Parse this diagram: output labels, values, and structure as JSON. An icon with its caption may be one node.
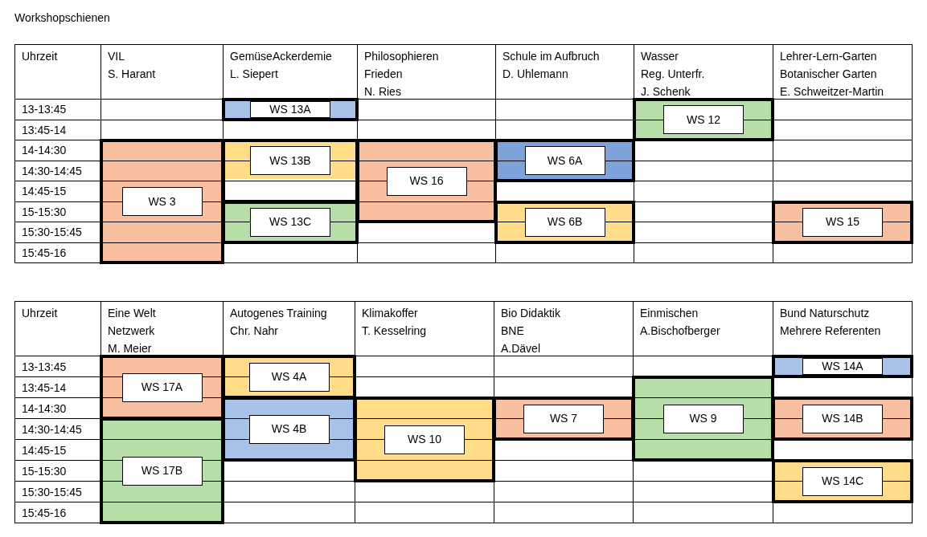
{
  "diagram": {
    "title": "Workshopschienen",
    "nodes": [
      {
        "text": [
          "WS 13A"
        ]
      },
      {
        "text": [
          "WS 12"
        ]
      },
      {
        "text": [
          "WS 3"
        ]
      },
      {
        "text": [
          "WS 13B"
        ]
      },
      {
        "text": [
          "WS 16"
        ]
      },
      {
        "text": [
          "WS 6A"
        ]
      },
      {
        "text": [
          "WS 13C"
        ]
      },
      {
        "text": [
          "WS 6B"
        ]
      },
      {
        "text": [
          "WS 15"
        ]
      },
      {
        "text": [
          "WS 17A"
        ]
      },
      {
        "text": [
          "WS 4A"
        ]
      },
      {
        "text": [
          "WS 14A"
        ]
      },
      {
        "text": [
          "WS 9"
        ]
      },
      {
        "text": [
          "WS 4B"
        ]
      },
      {
        "text": [
          "WS 10"
        ]
      },
      {
        "text": [
          "WS 7"
        ]
      },
      {
        "text": [
          "WS 14B"
        ]
      },
      {
        "text": [
          "WS 17B"
        ]
      },
      {
        "text": [
          "WS 14C"
        ]
      }
    ],
    "labels": [
      "Uhrzeit",
      "VIL",
      "S. Harant",
      "GemüseAckerdemie",
      "L. Siepert",
      "Philosophieren",
      "Frieden",
      "N. Ries",
      "Schule im Aufbruch",
      "D. Uhlemann",
      "Wasser",
      "Reg. Unterfr.",
      "J. Schenk",
      "Lehrer-Lern-Garten",
      "Botanischer Garten",
      "E. Schweitzer-Martin",
      "13-13:45",
      "13:45-14",
      "14-14:30",
      "14:30-14:45",
      "14:45-15",
      "15-15:30",
      "15:30-15:45",
      "15:45-16",
      "Uhrzeit",
      "Eine Welt",
      "Netzwerk",
      "M. Meier",
      "Autogenes Training",
      "Chr. Nahr",
      "Klimakoffer",
      "T. Kesselring",
      "Bio Didaktik",
      "BNE",
      "A.Dävel",
      "Einmischen",
      "A.Bischofberger",
      "Bund Naturschutz",
      "Mehrere Referenten",
      "13-13:45",
      "13:45-14",
      "14-14:30",
      "14:30-14:45",
      "14:45-15",
      "15-15:30",
      "15:30-15:45",
      "15:45-16"
    ]
  }
}
